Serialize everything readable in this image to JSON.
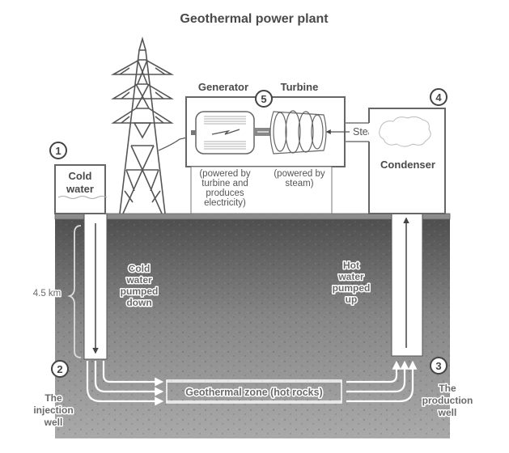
{
  "title": "Geothermal power plant",
  "components": {
    "generator": {
      "label": "Generator",
      "note": [
        "(powered by",
        "turbine and",
        "produces",
        "electricity)"
      ]
    },
    "turbine": {
      "label": "Turbine",
      "note": [
        "(powered by",
        "steam)"
      ]
    },
    "condenser": {
      "label": "Condenser"
    },
    "steam": {
      "label": "Steam"
    },
    "cold_water_tank": {
      "label": [
        "Cold",
        "water"
      ]
    }
  },
  "steps": [
    {
      "number": "1"
    },
    {
      "number": "2",
      "caption": [
        "The",
        "injection",
        "well"
      ]
    },
    {
      "number": "3",
      "caption": [
        "The",
        "production",
        "well"
      ]
    },
    {
      "number": "4"
    },
    {
      "number": "5"
    }
  ],
  "underground": {
    "depth_label": "4.5 km",
    "cold_water_text": [
      "Cold",
      "water",
      "pumped",
      "down"
    ],
    "hot_water_text": [
      "Hot",
      "water",
      "pumped",
      "up"
    ],
    "zone_label": "Geothermal zone (hot rocks)"
  },
  "colors": {
    "ground_top": "#4e4e4e",
    "ground_bottom": "#a8a8a8",
    "surface_strip": "#8c8c8c",
    "line": "#555555"
  }
}
